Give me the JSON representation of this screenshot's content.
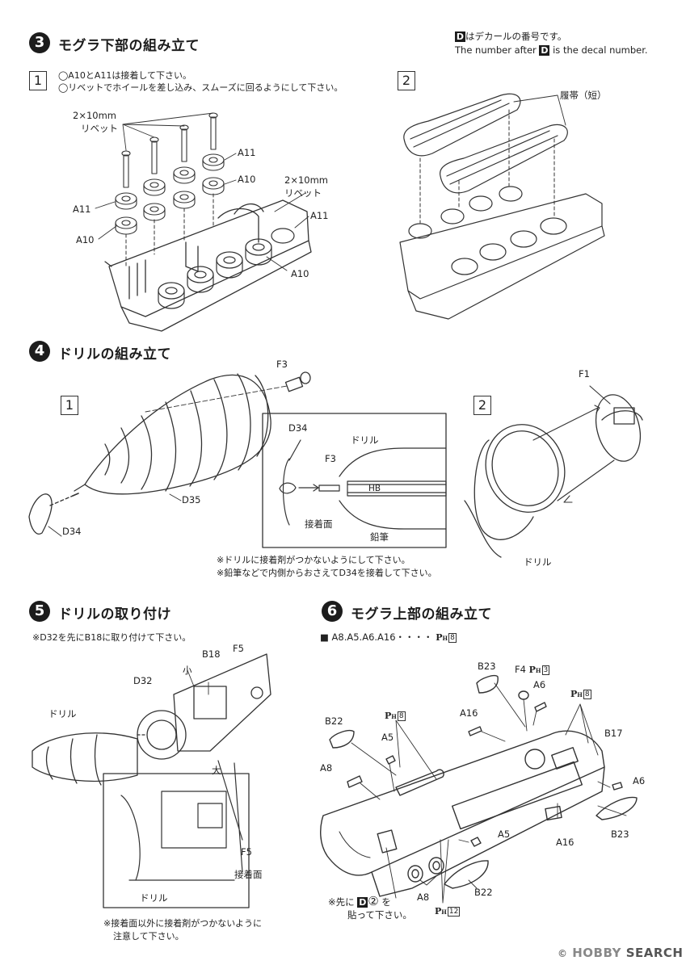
{
  "header_note": {
    "decal_badge": "D",
    "line1_suffix": "はデカールの番号です。",
    "line2_prefix": "The number after ",
    "line2_suffix": " is the decal number."
  },
  "steps": [
    {
      "num": "3",
      "title": "モグラ下部の組み立て",
      "sub1": {
        "num": "1",
        "notes": [
          "◯A10とA11は接着して下さい。",
          "◯リベットでホイールを差し込み、スムーズに回るようにして下さい。"
        ],
        "labels": {
          "rivet_a": "2×10mm",
          "rivet_a2": "リベット",
          "a11_top": "A11",
          "a10_top": "A10",
          "rivet_b": "2×10mm",
          "rivet_b2": "リベット",
          "a11_left": "A11",
          "a10_left": "A10",
          "a11_right": "A11",
          "a10_bottom": "A10"
        }
      },
      "sub2": {
        "num": "2",
        "labels": {
          "track": "履帯（短）"
        }
      }
    },
    {
      "num": "4",
      "title": "ドリルの組み立て",
      "sub1": {
        "num": "1",
        "labels": {
          "f3": "F3",
          "d35": "D35",
          "d34": "D34"
        }
      },
      "inset": {
        "labels": {
          "d34": "D34",
          "drill": "ドリル",
          "f3": "F3",
          "hb": "HB",
          "glue": "接着面",
          "pencil": "鉛筆"
        }
      },
      "notes": [
        "※ドリルに接着剤がつかないようにして下さい。",
        "※鉛筆などで内側からおさえてD34を接着して下さい。"
      ],
      "sub2": {
        "num": "2",
        "labels": {
          "f1": "F1",
          "drill": "ドリル"
        }
      }
    },
    {
      "num": "5",
      "title": "ドリルの取り付け",
      "note": "※D32を先にB18に取り付けて下さい。",
      "labels": {
        "b18": "B18",
        "f5": "F5",
        "small": "小",
        "d32": "D32",
        "drill": "ドリル",
        "large": "大",
        "f5_inset": "F5",
        "glue": "接着面",
        "drill_inset": "ドリル"
      },
      "bottom_notes": [
        "※接着面以外に接着剤がつかないように",
        "注意して下さい。"
      ]
    },
    {
      "num": "6",
      "title": "モグラ上部の組み立て",
      "parts_line": {
        "bullet": "■",
        "text": "A8.A5.A6.A16・・・・",
        "ph_num": "8"
      },
      "labels": {
        "b23_top": "B23",
        "f4": "F4",
        "ph_f4": "3",
        "a6_top": "A6",
        "ph_top": "8",
        "b22": "B22",
        "ph_b22": "8",
        "a16_top": "A16",
        "b17": "B17",
        "a5_left": "A5",
        "a8_left": "A8",
        "a6_right": "A6",
        "a5_bottom": "A5",
        "a16_bottom": "A16",
        "b23_bottom": "B23",
        "a8_bottom": "A8",
        "b22_bottom": "B22",
        "ph_bottom": "12"
      },
      "decal_note": {
        "prefix": "※先に",
        "badge": "D",
        "circled": "②",
        "suffix": "を",
        "line2": "貼って下さい。"
      }
    }
  ],
  "watermark": {
    "prefix": "©",
    "brand": "HOBBY",
    "suffix": "SEARCH"
  }
}
